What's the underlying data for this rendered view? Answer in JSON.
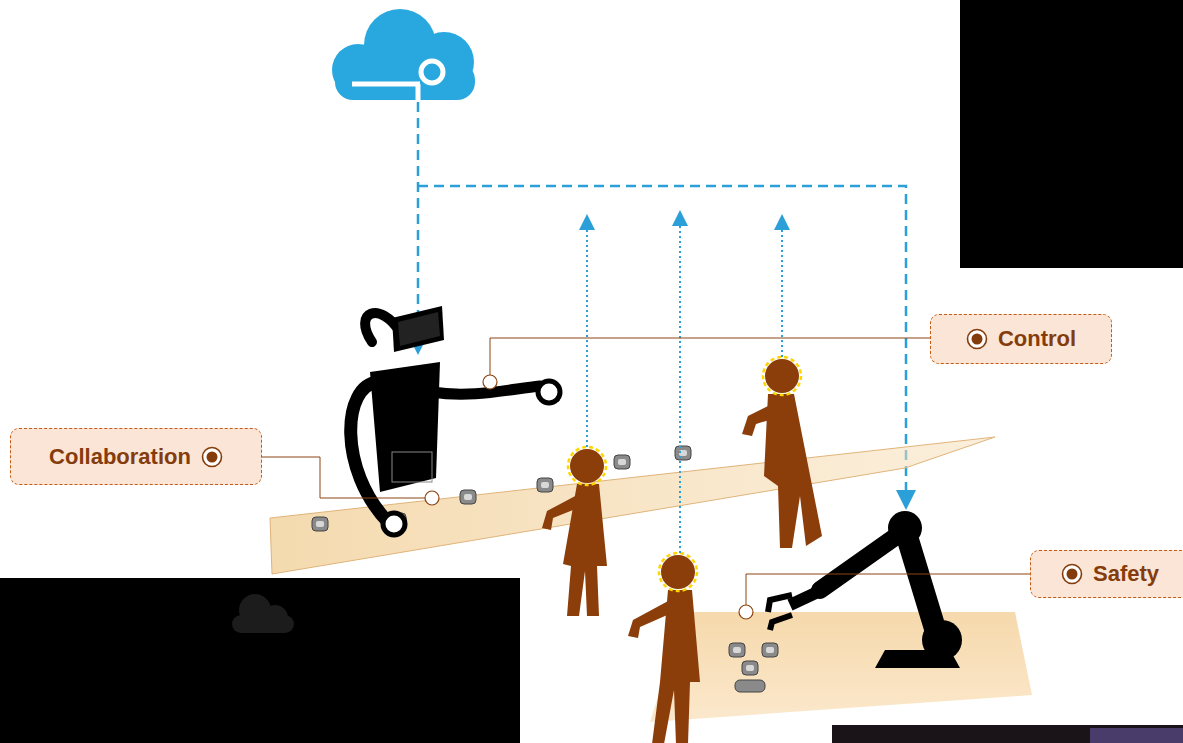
{
  "diagram": {
    "nodes": [
      {
        "text": [
          "Control"
        ]
      },
      {
        "text": [
          "Collaboration"
        ]
      },
      {
        "text": [
          "Safety"
        ]
      }
    ]
  }
}
